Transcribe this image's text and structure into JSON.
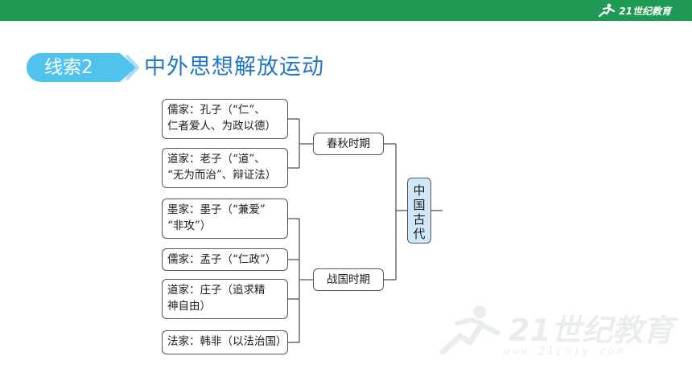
{
  "brand": {
    "logo_text": "21世纪教育",
    "watermark_text": "21世纪教育",
    "watermark_url": "www.21cnjy.com"
  },
  "tag": {
    "label": "线索2"
  },
  "heading": {
    "title": "中外思想解放运动"
  },
  "colors": {
    "topbar": "#1e9a55",
    "tag": "#4fc3ec",
    "heading": "#2176c7",
    "root_fill": "#cfe8f8"
  },
  "diagram": {
    "root": {
      "label": "中国古代",
      "chars": [
        "中",
        "国",
        "古",
        "代"
      ]
    },
    "periods": [
      {
        "label": "春秋时期",
        "schools": [
          {
            "line1": "儒家：孔子（“仁”、",
            "line2": "仁者爱人、为政以德）"
          },
          {
            "line1": "道家：老子（“道”、",
            "line2": "“无为而治”、辩证法）"
          }
        ]
      },
      {
        "label": "战国时期",
        "schools": [
          {
            "line1": "墨家：墨子（“兼爱”",
            "line2": "“非攻”）"
          },
          {
            "line1": "儒家：孟子（“仁政”）",
            "line2": ""
          },
          {
            "line1": "道家：庄子（追求精",
            "line2": "神自由）"
          },
          {
            "line1": "法家：韩非（以法治国）",
            "line2": ""
          }
        ]
      }
    ]
  }
}
